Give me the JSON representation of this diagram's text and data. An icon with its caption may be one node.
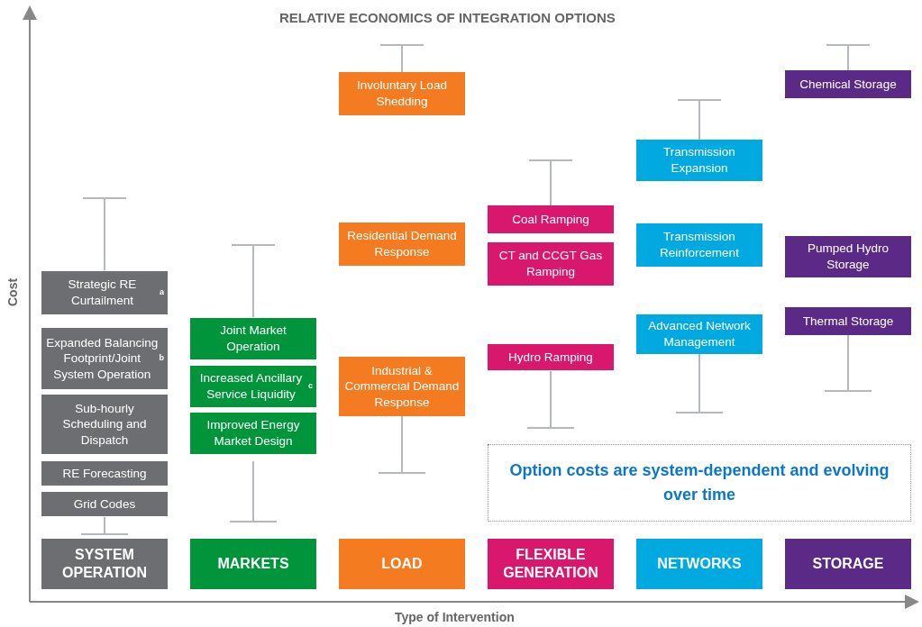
{
  "diagram": {
    "title": "RELATIVE ECONOMICS OF INTEGRATION OPTIONS",
    "nodes": [
      {
        "text": [
          "Strategic RE Curtailment$^{a}$"
        ]
      },
      {
        "text": [
          "Expanded Balancing Footprint/Joint System Operation$^{b}$"
        ]
      },
      {
        "text": [
          "Sub-hourly Scheduling and Dispatch"
        ]
      },
      {
        "text": [
          "RE Forecasting"
        ]
      },
      {
        "text": [
          "Grid Codes"
        ]
      },
      {
        "text": [
          "SYSTEM OPERATION"
        ]
      },
      {
        "text": [
          "Joint Market Operation"
        ]
      },
      {
        "text": [
          "Increased Ancillary Service Liquidity$^{c}$"
        ]
      },
      {
        "text": [
          "Improved Energy Market Design"
        ]
      },
      {
        "text": [
          "MARKETS"
        ]
      },
      {
        "text": [
          "Involuntary Load Shedding"
        ]
      },
      {
        "text": [
          "Residential Demand Response"
        ]
      },
      {
        "text": [
          "Industrial & Commercial Demand Response"
        ]
      },
      {
        "text": [
          "LOAD"
        ]
      },
      {
        "text": [
          "Coal Ramping"
        ]
      },
      {
        "text": [
          "CT and CCGT Gas Ramping"
        ]
      },
      {
        "text": [
          "Hydro Ramping"
        ]
      },
      {
        "text": [
          "FLEXIBLE GENERATION"
        ]
      },
      {
        "text": [
          "Transmission Expansion"
        ]
      },
      {
        "text": [
          "Transmission Reinforcement"
        ]
      },
      {
        "text": [
          "Advanced Network Management"
        ]
      },
      {
        "text": [
          "NETWORKS"
        ]
      },
      {
        "text": [
          "Chemical Storage"
        ]
      },
      {
        "text": [
          "Pumped Hydro Storage"
        ]
      },
      {
        "text": [
          "Thermal Storage"
        ]
      },
      {
        "text": [
          "STORAGE"
        ]
      },
      {
        "text": [
          "Option costs are system-dependent and evolving over time"
        ]
      }
    ],
    "labels": [
      "Cost",
      "Type of Intervention"
    ]
  }
}
